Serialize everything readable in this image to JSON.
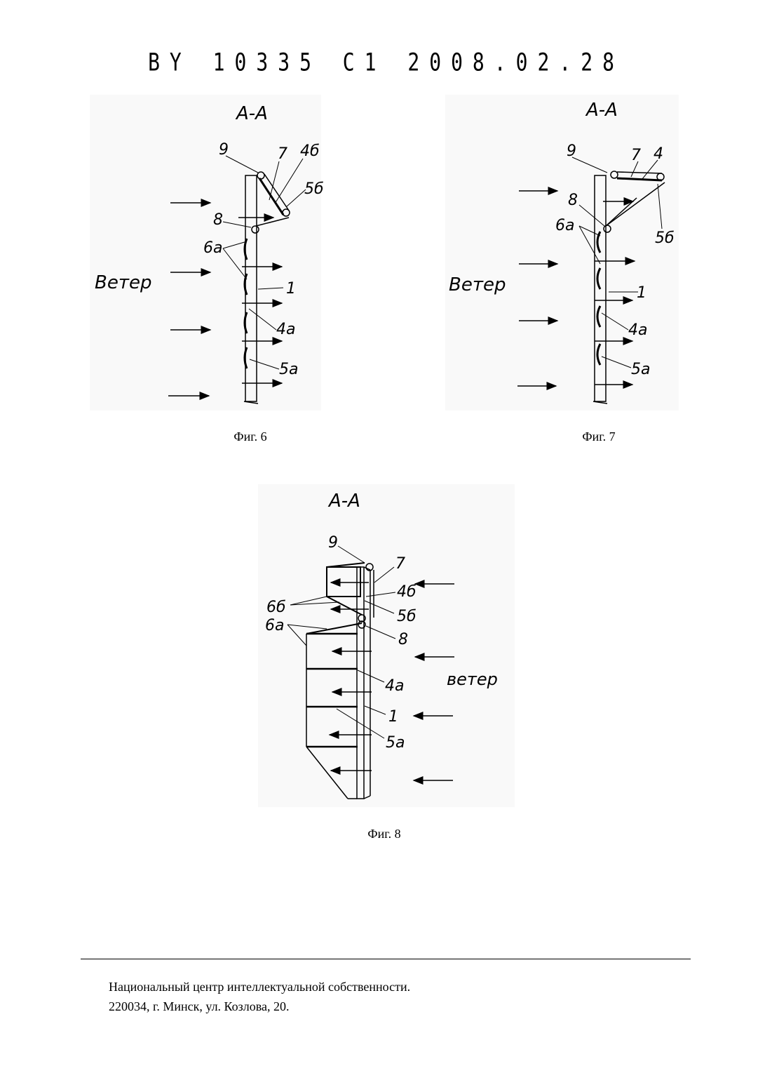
{
  "header": {
    "doc_id": "BY 10335 C1 2008.02.28"
  },
  "fig6": {
    "section": "A-A",
    "wind": "Ветер",
    "labels": {
      "l9": "9",
      "l7": "7",
      "l4b": "4б",
      "l5b": "5б",
      "l8": "8",
      "l6a": "6а",
      "l1": "1",
      "l4a": "4а",
      "l5a": "5а"
    },
    "caption": "Фиг. 6"
  },
  "fig7": {
    "section": "A-A",
    "wind": "Ветер",
    "labels": {
      "l9": "9",
      "l7": "7",
      "l4": "4",
      "l8": "8",
      "l5b": "5б",
      "l6a": "6а",
      "l1": "1",
      "l4a": "4а",
      "l5a": "5а"
    },
    "caption": "Фиг. 7"
  },
  "fig8": {
    "section": "A-A",
    "wind": "ветер",
    "labels": {
      "l9": "9",
      "l7": "7",
      "l4b": "4б",
      "l6b": "6б",
      "l5b": "5б",
      "l6a": "6а",
      "l8": "8",
      "l4a": "4а",
      "l1": "1",
      "l5a": "5а"
    },
    "caption": "Фиг. 8"
  },
  "footer": {
    "line1": "Национальный центр интеллектуальной собственности.",
    "line2": "220034, г. Минск, ул. Козлова, 20."
  }
}
